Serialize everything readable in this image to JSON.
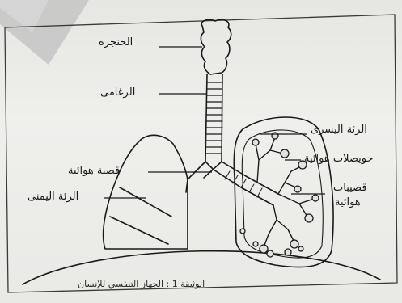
{
  "labels": {
    "larynx": "الحنجرة",
    "trachea": "الرغامى",
    "left_lung": "الرئة اليسرى",
    "air_sacs": "حويصلات هوائية",
    "bronchus": "قصبة هوائية",
    "right_lung": "الرئة اليمنى",
    "bronchioles_line1": "قصيبات",
    "bronchioles_line2": "هوائية"
  },
  "caption": "الوثيقة 1 : الجهاز التنفسي للإنسان",
  "colors": {
    "ink": "#1a1a1a",
    "paper": "#ececea",
    "fold": "#bdbdbd"
  }
}
